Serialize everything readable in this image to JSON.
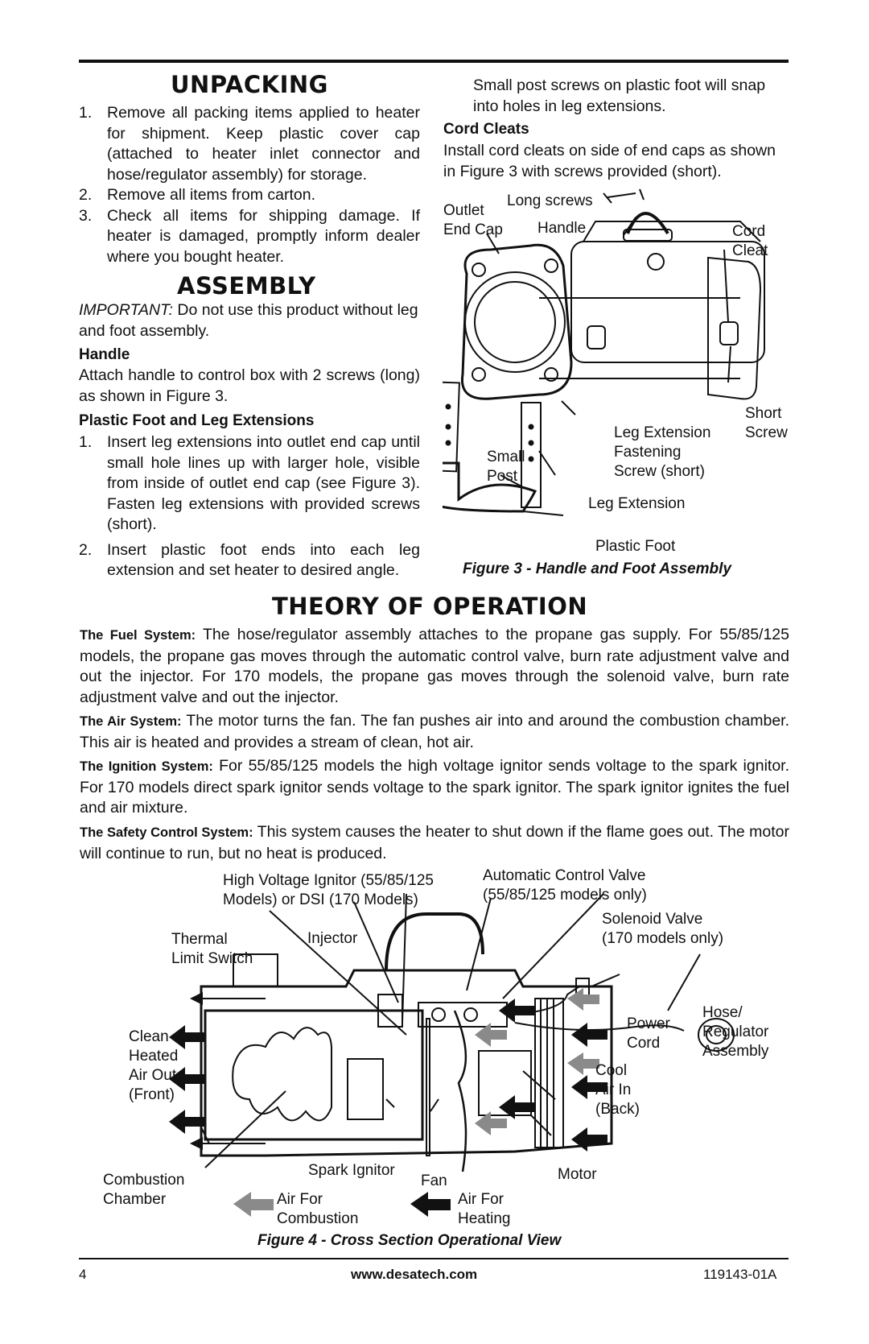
{
  "unpacking": {
    "title": "UNPACKING",
    "items": [
      {
        "num": "1.",
        "text": "Remove all packing items applied to heater for shipment. Keep plastic cover cap (attached to heater inlet connector and hose/regulator assembly) for storage."
      },
      {
        "num": "2.",
        "text": "Remove all items from carton."
      },
      {
        "num": "3.",
        "text": "Check all items for shipping damage. If heater is damaged, promptly inform dealer where you bought heater."
      }
    ]
  },
  "assembly": {
    "title": "ASSEMBLY",
    "important_label": "IMPORTANT:",
    "important_text": " Do not use this product without leg and foot assembly.",
    "handle_heading": "Handle",
    "handle_text": "Attach handle to control box with 2 screws (long) as shown in Figure 3.",
    "foot_heading": "Plastic Foot and Leg Extensions",
    "foot_items": [
      {
        "num": "1.",
        "text": "Insert leg extensions into outlet end cap until small hole lines up with larger hole, visible from inside of outlet end cap (see Figure 3). Fasten leg extensions with provided screws (short)."
      },
      {
        "num": "2.",
        "text": "Insert plastic foot ends into each leg extension and set heater to desired angle."
      }
    ],
    "post_text": "Small post screws on plastic foot will snap into holes in leg extensions.",
    "cord_heading": "Cord Cleats",
    "cord_text": "Install cord cleats on side of end caps as shown in Figure 3 with screws provided (short)."
  },
  "figure3": {
    "labels": {
      "outlet": "Outlet\nEnd Cap",
      "long_screws": "Long screws",
      "handle": "Handle",
      "cord_cleat": "Cord\nCleat",
      "short_screw": "Short\nScrew",
      "leg_ext_screw": "Leg Extension\nFastening\nScrew (short)",
      "small_post": "Small\nPost",
      "leg_extension": "Leg Extension",
      "plastic_foot": "Plastic Foot"
    },
    "caption": "Figure 3 - Handle and Foot Assembly"
  },
  "theory": {
    "title": "THEORY OF OPERATION",
    "paragraphs": [
      {
        "lead": "The Fuel System:",
        "text": " The hose/regulator assembly attaches to the propane gas supply. For 55/85/125 models, the propane gas moves through the automatic control valve, burn rate adjustment valve and out the injector. For 170 models, the propane gas moves through the solenoid valve, burn rate adjustment valve and out the injector."
      },
      {
        "lead": "The Air System:",
        "text": " The motor turns the fan. The fan pushes air into and around the combustion chamber. This air is heated and provides a stream of clean, hot air."
      },
      {
        "lead": "The Ignition System:",
        "text": " For 55/85/125 models the high voltage ignitor sends voltage to the spark ignitor. For 170 models direct spark ignitor sends voltage to the spark ignitor. The spark ignitor ignites the fuel and air mixture."
      },
      {
        "lead": "The Safety Control System:",
        "text": " This system causes the heater to shut down if the flame goes out. The motor will continue to run, but no heat is produced."
      }
    ]
  },
  "figure4": {
    "labels": {
      "hv_ignitor": "High Voltage Ignitor (55/85/125\nModels) or DSI (170 Models)",
      "auto_valve": "Automatic Control Valve\n(55/85/125 models only)",
      "solenoid": "Solenoid Valve\n(170 models only)",
      "thermal": "Thermal\nLimit Switch",
      "injector": "Injector",
      "clean_air": "Clean\nHeated\nAir Out\n(Front)",
      "power_cord": "Power\nCord",
      "hose_reg": "Hose/\nRegulator\nAssembly",
      "cool_air": "Cool\nAir In\n(Back)",
      "combustion_chamber": "Combustion\nChamber",
      "spark_ignitor": "Spark Ignitor",
      "fan": "Fan",
      "motor": "Motor",
      "air_combustion": "Air For\nCombustion",
      "air_heating": "Air For\nHeating"
    },
    "caption": "Figure 4 - Cross Section Operational View"
  },
  "footer": {
    "page": "4",
    "url": "www.desatech.com",
    "doc_number": "119143-01A"
  },
  "colors": {
    "ink": "#111111",
    "gray_arrow": "#8a8a8a"
  }
}
